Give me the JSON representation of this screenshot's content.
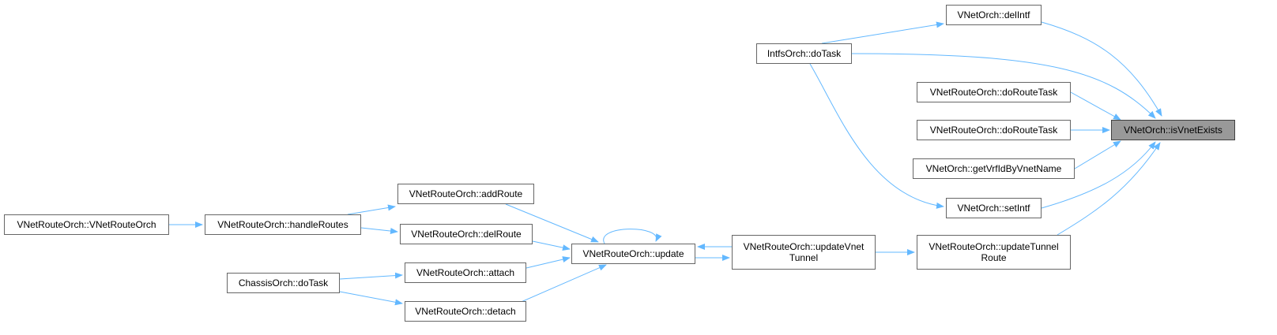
{
  "graph": {
    "target": "VNetOrch::isVnetExists",
    "nodes": {
      "isVnetExists": {
        "lines": [
          "VNetOrch::isVnetExists"
        ]
      },
      "delIntf": {
        "lines": [
          "VNetOrch::delIntf"
        ]
      },
      "intfsDoTask": {
        "lines": [
          "IntfsOrch::doTask"
        ]
      },
      "doRouteTask1": {
        "lines": [
          "VNetRouteOrch::doRouteTask"
        ]
      },
      "doRouteTask2": {
        "lines": [
          "VNetRouteOrch::doRouteTask"
        ]
      },
      "getVrfId": {
        "lines": [
          "VNetOrch::getVrfIdByVnetName"
        ]
      },
      "setIntf": {
        "lines": [
          "VNetOrch::setIntf"
        ]
      },
      "updateTunnelRoute": {
        "lines": [
          "VNetRouteOrch::updateTunnel",
          "Route"
        ]
      },
      "updateVnetTunnel": {
        "lines": [
          "VNetRouteOrch::updateVnet",
          "Tunnel"
        ]
      },
      "update": {
        "lines": [
          "VNetRouteOrch::update"
        ]
      },
      "addRoute": {
        "lines": [
          "VNetRouteOrch::addRoute"
        ]
      },
      "delRoute": {
        "lines": [
          "VNetRouteOrch::delRoute"
        ]
      },
      "attach": {
        "lines": [
          "VNetRouteOrch::attach"
        ]
      },
      "detach": {
        "lines": [
          "VNetRouteOrch::detach"
        ]
      },
      "handleRoutes": {
        "lines": [
          "VNetRouteOrch::handleRoutes"
        ]
      },
      "ctor": {
        "lines": [
          "VNetRouteOrch::VNetRouteOrch"
        ]
      },
      "chassisDoTask": {
        "lines": [
          "ChassisOrch::doTask"
        ]
      }
    },
    "edges": [
      {
        "from": "delIntf",
        "to": "isVnetExists"
      },
      {
        "from": "intfsDoTask",
        "to": "isVnetExists"
      },
      {
        "from": "doRouteTask1",
        "to": "isVnetExists"
      },
      {
        "from": "doRouteTask2",
        "to": "isVnetExists"
      },
      {
        "from": "getVrfId",
        "to": "isVnetExists"
      },
      {
        "from": "setIntf",
        "to": "isVnetExists"
      },
      {
        "from": "updateTunnelRoute",
        "to": "isVnetExists"
      },
      {
        "from": "intfsDoTask",
        "to": "delIntf"
      },
      {
        "from": "intfsDoTask",
        "to": "setIntf"
      },
      {
        "from": "updateVnetTunnel",
        "to": "updateTunnelRoute"
      },
      {
        "from": "update",
        "to": "updateVnetTunnel"
      },
      {
        "from": "updateVnetTunnel",
        "to": "update"
      },
      {
        "from": "update",
        "to": "update"
      },
      {
        "from": "addRoute",
        "to": "update"
      },
      {
        "from": "delRoute",
        "to": "update"
      },
      {
        "from": "attach",
        "to": "update"
      },
      {
        "from": "detach",
        "to": "update"
      },
      {
        "from": "handleRoutes",
        "to": "addRoute"
      },
      {
        "from": "handleRoutes",
        "to": "delRoute"
      },
      {
        "from": "ctor",
        "to": "handleRoutes"
      },
      {
        "from": "chassisDoTask",
        "to": "attach"
      },
      {
        "from": "chassisDoTask",
        "to": "detach"
      }
    ],
    "colors": {
      "edge": "#63B8FF",
      "node_border": "#666666",
      "focus_fill": "#999999"
    }
  }
}
